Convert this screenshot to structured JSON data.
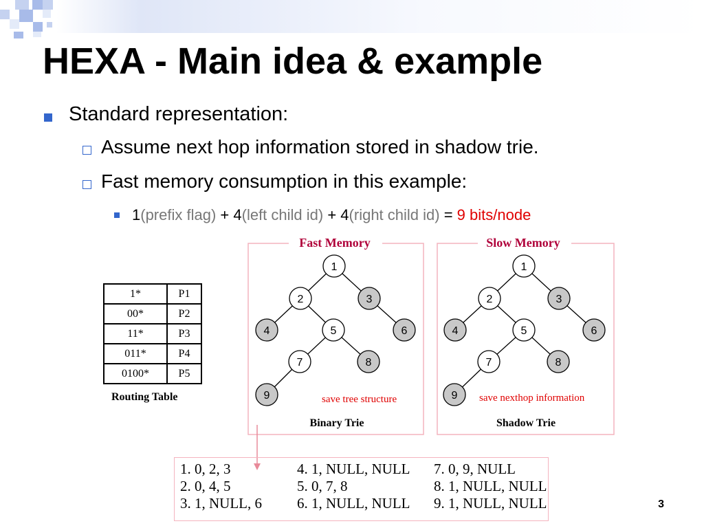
{
  "slide": {
    "title": "HEXA - Main idea & example",
    "bullet1": "Standard representation:",
    "sub1": "Assume next hop information stored in shadow trie.",
    "sub2": "Fast memory consumption in this example:",
    "formula": {
      "n1": "1",
      "t1": "(prefix flag)",
      "plus1": " + ",
      "n2": "4",
      "t2": "(left child id)",
      "plus2": " + ",
      "n3": "4",
      "t3": "(right child id)",
      "eq": " = ",
      "result": "9 bits/node"
    },
    "page_number": "3"
  },
  "routing_table": {
    "rows": [
      {
        "prefix": "1*",
        "hop": "P1"
      },
      {
        "prefix": "00*",
        "hop": "P2"
      },
      {
        "prefix": "11*",
        "hop": "P3"
      },
      {
        "prefix": "011*",
        "hop": "P4"
      },
      {
        "prefix": "0100*",
        "hop": "P5"
      }
    ],
    "caption": "Routing Table"
  },
  "binary_trie": {
    "title": "Fast Memory",
    "caption": "Binary Trie",
    "note": "save tree structure",
    "nodes": [
      "1",
      "2",
      "3",
      "4",
      "5",
      "6",
      "7",
      "8",
      "9"
    ]
  },
  "shadow_trie": {
    "title": "Slow Memory",
    "caption": "Shadow Trie",
    "note": "save nexthop information",
    "nodes": [
      "1",
      "2",
      "3",
      "4",
      "5",
      "6",
      "7",
      "8",
      "9"
    ]
  },
  "encoding": {
    "col1": [
      "1. 0, 2, 3",
      "2. 0, 4, 5",
      "3. 1, NULL, 6"
    ],
    "col2": [
      "4. 1, NULL, NULL",
      "5. 0, 7, 8",
      "6. 1, NULL, NULL"
    ],
    "col3": [
      "7. 0, 9, NULL",
      "8. 1, NULL, NULL",
      "9. 1, NULL, NULL"
    ]
  },
  "colors": {
    "accent": "#3366cc",
    "highlight": "#e00000",
    "panel_border": "#f4b3be",
    "node_filled": "#c8c8c8"
  }
}
